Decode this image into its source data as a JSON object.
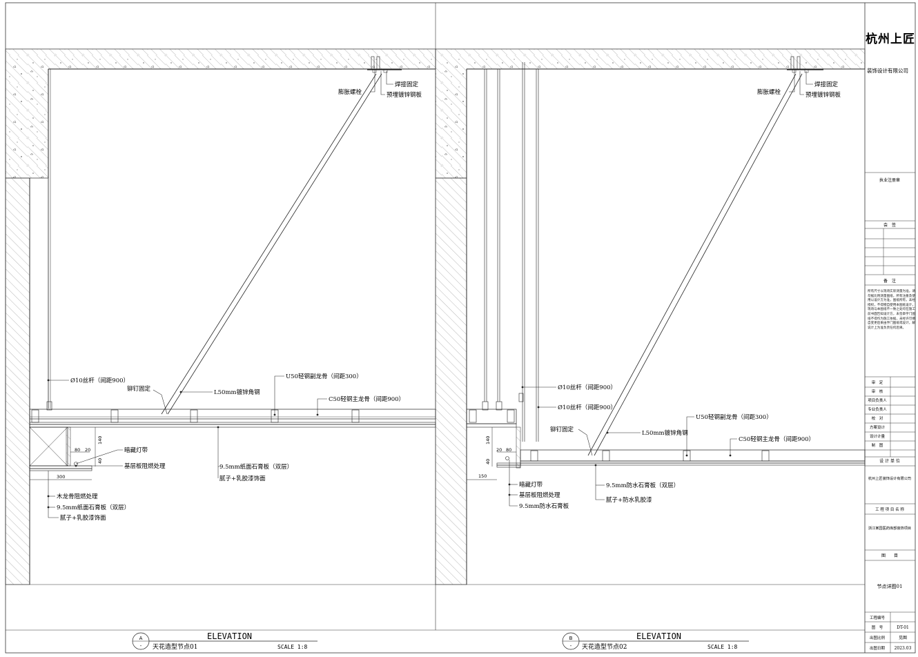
{
  "company": {
    "name": "杭州上匠",
    "subtitle": "装饰设计有限公司"
  },
  "title_block": {
    "stamp_label": "执业注册章",
    "countersign_label": "会　签",
    "remarks_label": "备　注",
    "remarks_text": "所有尺寸以现场实际测量为准，请勿据比例测量图纸，所有注册及使用以设计方为准，图纸所有，未经授权，不得擅自使用本图纸设计，现场与本图纸不一致之处均在施工前书面告知设计方，未签章字门图纸不得作为施工依据，未经许可擅自变更后果由字门图纸或设计，解说计上为准负责任何后果。",
    "approval_rows": [
      "审　定",
      "审　核",
      "项目负责人",
      "专业负责人",
      "校　对",
      "方案设计",
      "设计计量",
      "制　图"
    ],
    "design_unit_label": "设 计 单 位",
    "design_unit_value": "杭州上匠装饰设计有限公司",
    "project_label": "工 程 项 目 名 称",
    "project_value": "浙江某园医药库部装饰项目",
    "drawing_label": "图　　目",
    "drawing_value": "节点详图01",
    "info_rows": [
      {
        "label": "工程编号",
        "value": ""
      },
      {
        "label": "图　号",
        "value": "DT-01"
      },
      {
        "label": "出图比例",
        "value": "见图"
      },
      {
        "label": "出图日期",
        "value": "2023.03"
      }
    ]
  },
  "details": [
    {
      "circle_letter": "A",
      "circle_sub": "-",
      "heading": "ELEVATION",
      "name": "天花造型节点01",
      "scale": "SCALE 1:8",
      "labels": {
        "weld": "焊接固定",
        "expansion_bolt": "膨胀螺栓",
        "embedded_plate": "预埋镀锌钢板",
        "rod": "Ø10丝杆（间距900）",
        "rivet": "铆钉固定",
        "angle_steel": "L50mm镀锌角钢",
        "secondary_keel": "U50轻钢副龙骨（间距300）",
        "main_keel": "C50轻钢主龙骨（间距900）",
        "light_strip": "暗藏灯带",
        "base_board": "基层板阻燃处理",
        "gypsum": "9.5mm纸面石膏板（双层）",
        "putty": "腻子+乳胶漆饰面",
        "wood_keel": "木龙骨阻燃处理",
        "gypsum_2": "9.5mm纸面石膏板（双层）",
        "putty_2": "腻子+乳胶漆饰面"
      },
      "dims": {
        "d80": "80",
        "d20": "20",
        "d140": "140",
        "d40": "40",
        "d300": "300"
      }
    },
    {
      "circle_letter": "B",
      "circle_sub": "-",
      "heading": "ELEVATION",
      "name": "天花造型节点02",
      "scale": "SCALE 1:8",
      "labels": {
        "weld": "焊接固定",
        "expansion_bolt": "膨胀螺栓",
        "embedded_plate": "预埋镀锌钢板",
        "rod_1": "Ø10丝杆（间距900）",
        "rod_2": "Ø10丝杆（间距900）",
        "rivet": "铆钉固定",
        "angle_steel": "L50mm镀锌角钢",
        "secondary_keel": "U50轻钢副龙骨（间距300）",
        "main_keel": "C50轻钢主龙骨（间距900）",
        "gypsum": "9.5mm防水石膏板（双层）",
        "putty": "腻子+防水乳胶漆",
        "light_strip": "暗藏灯带",
        "base_board": "基层板阻燃处理",
        "gypsum_2": "9.5mm防水石膏板"
      },
      "dims": {
        "d140": "140",
        "d40": "40",
        "d20": "20",
        "d80": "80",
        "d150": "150"
      }
    }
  ]
}
